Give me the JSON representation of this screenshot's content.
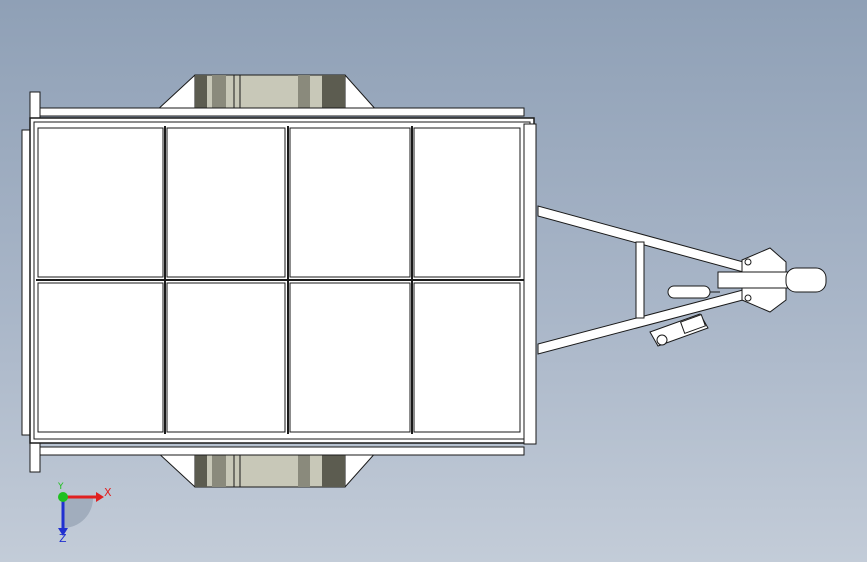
{
  "viewport": {
    "background_top": "#8fa0b6",
    "background_bottom": "#c3ccd8"
  },
  "model": {
    "panel_fill": "#ffffff",
    "line_color": "#1a1a1a",
    "tyre_fill": "#c8c8b8",
    "tyre_dark": "#5c5c50"
  },
  "triad": {
    "x_label": "X",
    "y_label": "Y",
    "z_label": "Z",
    "x_color": "#e02020",
    "y_color": "#20c020",
    "z_color": "#2030d0"
  }
}
